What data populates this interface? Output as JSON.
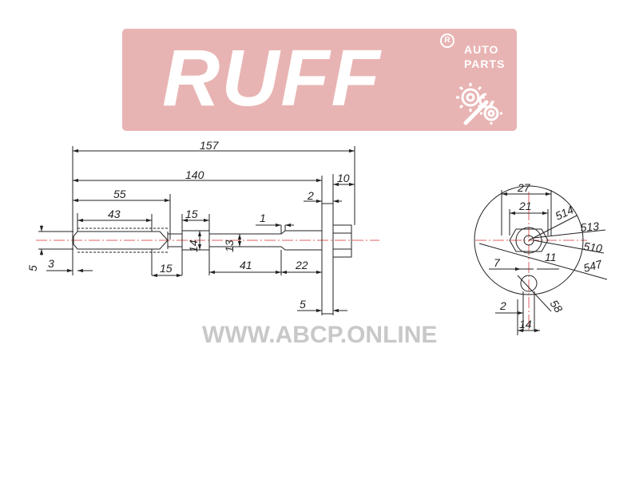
{
  "logo": {
    "brand": "RUFF",
    "registered": "R",
    "tagline_1": "AUTO",
    "tagline_2": "PARTS",
    "icon": "gears-wrench-icon",
    "color": "#e8b4b3"
  },
  "watermark": "WWW.ABCP.ONLINE",
  "side_view": {
    "d157": "157",
    "d140": "140",
    "d10": "10",
    "d2": "2",
    "d55": "55",
    "d43": "43",
    "d15_top": "15",
    "d1": "1",
    "d14": "14",
    "d13": "13",
    "d5_left": "5",
    "d3": "3",
    "d15_bottom": "15",
    "d41": "41",
    "d22": "22",
    "d5_bottom": "5"
  },
  "end_view": {
    "d27": "27",
    "d21": "21",
    "d514": "514",
    "d513": "513",
    "d510": "510",
    "d7": "7",
    "d11": "11",
    "d547": "547",
    "d2": "2",
    "d58": "58",
    "d14": "14"
  },
  "colors": {
    "centerline": "#e06060",
    "line": "#222222"
  }
}
